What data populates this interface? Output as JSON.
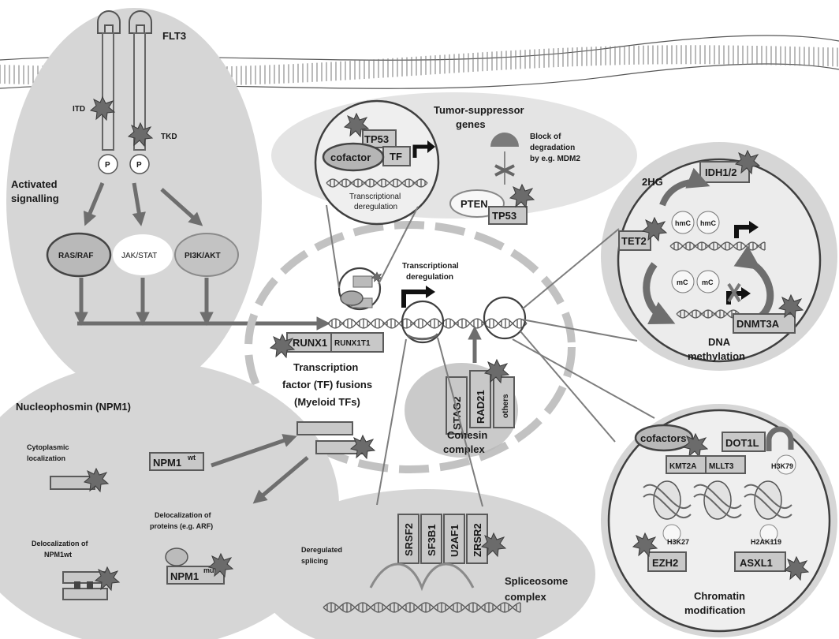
{
  "flt3": {
    "title": "FLT3",
    "itd": "ITD",
    "tkd": "TKD",
    "p1": "P",
    "p2": "P",
    "activated": "Activated",
    "signalling": "signalling",
    "ras_raf": "RAS/RAF",
    "jak_stat": "JAK/STAT",
    "pi3k_akt": "PI3K/AKT"
  },
  "tumor_suppressor": {
    "title_line1": "Tumor-suppressor",
    "title_line2": "genes",
    "tp53_top": "TP53",
    "cofactor": "cofactor",
    "tf": "TF",
    "transcriptional": "Transcriptional",
    "deregulation": "deregulation",
    "block_line1": "Block of",
    "block_line2": "degradation",
    "block_line3": "by e.g. MDM2",
    "pten": "PTEN",
    "tp53_bottom": "TP53"
  },
  "center": {
    "transcriptional": "Transcriptional",
    "deregulation": "deregulation",
    "runx1": "RUNX1",
    "runx1t1": "RUNX1T1",
    "tf_line1": "Transcription",
    "tf_line2": "factor (TF) fusions",
    "tf_line3": "(Myeloid TFs)"
  },
  "cohesin": {
    "stag2": "STAG2",
    "rad21": "RAD21",
    "others": "others",
    "title_line1": "Cohesin",
    "title_line2": "complex"
  },
  "dna_methylation": {
    "idh": "IDH1/2",
    "hg": "2HG",
    "tet2": "TET2",
    "hmc1": "hmC",
    "hmc2": "hmC",
    "mc1": "mC",
    "mc2": "mC",
    "dnmt3a": "DNMT3A",
    "title_line1": "DNA",
    "title_line2": "methylation"
  },
  "npm1": {
    "title": "Nucleophosmin (NPM1)",
    "cyto_line1": "Cytoplasmic",
    "cyto_line2": "localization",
    "npm1wt": "NPM1",
    "npm1wt_sup": "wt",
    "deloc_prot_line1": "Delocalization of",
    "deloc_prot_line2": "proteins (e.g. ARF)",
    "deloc_wt_line1": "Delocalization of",
    "deloc_wt_line2": "NPM1wt",
    "npm1mut": "NPM1",
    "npm1mut_sup": "mut"
  },
  "spliceosome": {
    "srsf2": "SRSF2",
    "sf3b1": "SF3B1",
    "u2af1": "U2AF1",
    "zrsr2": "ZRSR2",
    "dereg_line1": "Deregulated",
    "dereg_line2": "splicing",
    "title_line1": "Spliceosome",
    "title_line2": "complex"
  },
  "chromatin": {
    "cofactors": "cofactors",
    "dot1l": "DOT1L",
    "kmt2a": "KMT2A",
    "mllt3": "MLLT3",
    "h3k79": "H3K79",
    "h3k27": "H3K27",
    "h2ak119": "H2AK119",
    "ezh2": "EZH2",
    "asxl1": "ASXL1",
    "title_line1": "Chromatin",
    "title_line2": "modification"
  }
}
